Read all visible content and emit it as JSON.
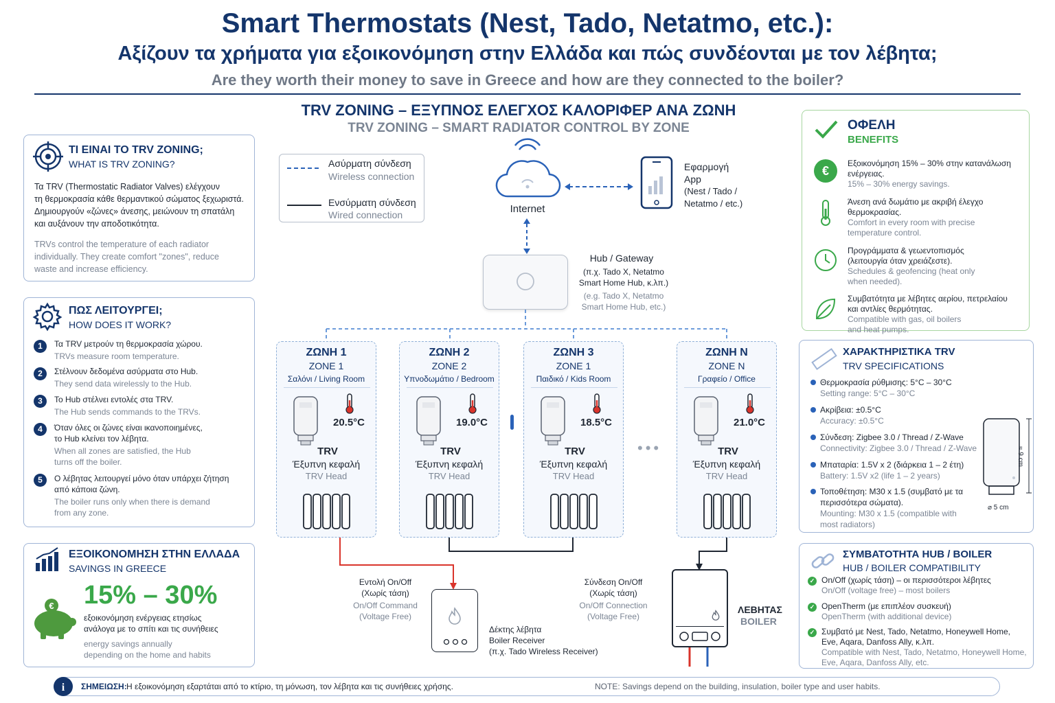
{
  "header": {
    "title": "Smart Thermostats (Nest, Tado, Netatmo, etc.):",
    "subtitle_gr": "Αξίζουν τα χρήματα για εξοικονόμηση στην Ελλάδα και πώς συνδέονται με τον λέβητα;",
    "subtitle_en": "Are they worth their money to save in Greece and how are they connected to the boiler?"
  },
  "diagram_title": {
    "gr": "TRV ZONING – ΕΞΥΠΝΟΣ ΕΛΕΓΧΟΣ ΚΑΛΟΡΙΦΕΡ ΑΝΑ ΖΩΝΗ",
    "en": "TRV ZONING – SMART RADIATOR CONTROL BY ZONE"
  },
  "what_is": {
    "title_gr": "ΤΙ ΕΙΝΑΙ ΤΟ TRV ZONING;",
    "title_en": "WHAT IS TRV ZONING?",
    "lines_gr": [
      "Τα TRV (Thermostatic Radiator Valves) ελέγχουν",
      "τη θερμοκρασία κάθε θερμαντικού σώματος ξεχωριστά.",
      "Δημιουργούν «ζώνες» άνεσης, μειώνουν τη σπατάλη",
      "και αυξάνουν την αποδοτικότητα."
    ],
    "lines_en": [
      "TRVs control the temperature of each radiator",
      "individually. They create comfort \"zones\", reduce",
      "waste and increase efficiency."
    ]
  },
  "how": {
    "title_gr": "ΠΩΣ ΛΕΙΤΟΥΡΓΕΙ;",
    "title_en": "HOW DOES IT WORK?",
    "steps": [
      {
        "n": "1",
        "gr": [
          "Τα TRV μετρούν τη θερμοκρασία χώρου."
        ],
        "en": [
          "TRVs measure room temperature."
        ]
      },
      {
        "n": "2",
        "gr": [
          "Στέλνουν δεδομένα ασύρματα στο Hub."
        ],
        "en": [
          "They send data wirelessly to the Hub."
        ]
      },
      {
        "n": "3",
        "gr": [
          "Το Hub στέλνει εντολές στα TRV."
        ],
        "en": [
          "The Hub sends commands to the TRVs."
        ]
      },
      {
        "n": "4",
        "gr": [
          "Όταν όλες οι ζώνες είναι ικανοποιημένες,",
          "το Hub κλείνει τον λέβητα."
        ],
        "en": [
          "When all zones are satisfied, the Hub",
          "turns off the boiler."
        ]
      },
      {
        "n": "5",
        "gr": [
          "Ο λέβητας λειτουργεί μόνο όταν υπάρχει ζήτηση",
          "από κάποια ζώνη."
        ],
        "en": [
          "The boiler runs only when there is demand",
          "from any zone."
        ]
      }
    ]
  },
  "savings": {
    "title_gr": "ΕΞΟΙΚΟΝΟΜΗΣΗ ΣΤΗΝ ΕΛΛΑΔΑ",
    "title_en": "SAVINGS IN GREECE",
    "value": "15% – 30%",
    "lines_gr": [
      "εξοικονόμηση ενέργειας ετησίως",
      "ανάλογα με το σπίτι και τις συνήθειες"
    ],
    "lines_en": [
      "energy savings annually",
      "depending on the home and habits"
    ],
    "icon": "piggy-bank-icon"
  },
  "legend": {
    "wireless_gr": "Ασύρματη σύνδεση",
    "wireless_en": "Wireless connection",
    "wired_gr": "Ενσύρματη σύνδεση",
    "wired_en": "Wired connection"
  },
  "internet": {
    "label": "Internet"
  },
  "app": {
    "lines": [
      "Εφαρμογή",
      "App",
      "(Nest / Tado /",
      "Netatmo / etc.)"
    ]
  },
  "hub": {
    "title": "Hub / Gateway",
    "lines_gr": [
      "(π.χ. Tado X, Netatmo",
      "Smart Home Hub, κ.λπ.)"
    ],
    "lines_en": [
      "(e.g. Tado X, Netatmo",
      "Smart Home Hub, etc.)"
    ]
  },
  "zones": [
    {
      "title": "ΖΩΝΗ 1",
      "sub": "ZONE 1",
      "room": "Σαλόνι / Living Room",
      "temp": "20.5°C",
      "trv": "TRV",
      "head_gr": "Έξυπνη κεφαλή",
      "head_en": "TRV Head"
    },
    {
      "title": "ΖΩΝΗ 2",
      "sub": "ZONE 2",
      "room": "Υπνοδωμάτιο / Bedroom",
      "temp": "19.0°C",
      "trv": "TRV",
      "head_gr": "Έξυπνη κεφαλή",
      "head_en": "TRV Head"
    },
    {
      "title": "ΖΩΝΗ 3",
      "sub": "ZONE 1",
      "room": "Παιδικό / Kids Room",
      "temp": "18.5°C",
      "trv": "TRV",
      "head_gr": "Έξυπνη κεφαλή",
      "head_en": "TRV Head"
    },
    {
      "title": "ΖΩΝΗ N",
      "sub": "ZONE N",
      "room": "Γραφείο / Office",
      "temp": "21.0°C",
      "trv": "TRV",
      "head_gr": "Έξυπνη κεφαλή",
      "head_en": "TRV Head"
    }
  ],
  "command": {
    "lines_gr": [
      "Εντολή On/Off",
      "(Χωρίς τάση)"
    ],
    "lines_en": [
      "On/Off Command",
      "(Voltage Free)"
    ]
  },
  "connection": {
    "lines_gr": [
      "Σύνδεση On/Off",
      "(Χωρίς τάση)"
    ],
    "lines_en": [
      "On/Off Connection",
      "(Voltage Free)"
    ]
  },
  "receiver": {
    "lines": [
      "Δέκτης λέβητα",
      "Boiler Receiver",
      "(π.χ. Tado Wireless Receiver)"
    ]
  },
  "boiler": {
    "gr": "ΛΕΒΗΤΑΣ",
    "en": "BOILER"
  },
  "benefits": {
    "title_gr": "ΟΦΕΛΗ",
    "title_en": "BENEFITS",
    "items": [
      {
        "icon": "euro-icon",
        "gr": [
          "Εξοικονόμηση 15% – 30% στην κατανάλωση",
          "ενέργειας."
        ],
        "en": [
          "15% – 30% energy savings."
        ]
      },
      {
        "icon": "thermometer-icon",
        "gr": [
          "Άνεση ανά δωμάτιο με ακριβή έλεγχο",
          "θερμοκρασίας."
        ],
        "en": [
          "Comfort in every room with precise",
          "temperature control."
        ]
      },
      {
        "icon": "clock-icon",
        "gr": [
          "Προγράμματα & γεωεντοπισμός",
          "(λειτουργία όταν χρειάζεστε)."
        ],
        "en": [
          "Schedules & geofencing (heat only",
          "when needed)."
        ]
      },
      {
        "icon": "leaf-icon",
        "gr": [
          "Συμβατότητα με λέβητες αερίου, πετρελαίου",
          "και αντλίες θερμότητας."
        ],
        "en": [
          "Compatible with gas, oil boilers",
          "and heat pumps."
        ]
      }
    ]
  },
  "specs": {
    "title_gr": "ΧΑΡΑΚΤΗΡΙΣΤΙΚΑ TRV",
    "title_en": "TRV SPECIFICATIONS",
    "items": [
      {
        "gr": [
          "Θερμοκρασία ρύθμισης: 5°C – 30°C"
        ],
        "en": [
          "Setting range: 5°C – 30°C"
        ]
      },
      {
        "gr": [
          "Ακρίβεια: ±0.5°C"
        ],
        "en": [
          "Accuracy: ±0.5°C"
        ]
      },
      {
        "gr": [
          "Σύνδεση: Zigbee 3.0 / Thread / Z-Wave"
        ],
        "en": [
          "Connectivity: Zigbee 3.0 / Thread / Z-Wave"
        ]
      },
      {
        "gr": [
          "Μπαταρία: 1.5V x 2 (διάρκεια 1 – 2 έτη)"
        ],
        "en": [
          "Battery: 1.5V x2 (life 1 – 2 years)"
        ]
      },
      {
        "gr": [
          "Τοποθέτηση: M30 x 1.5 (συμβατό με τα",
          "περισσότερα σώματα)."
        ],
        "en": [
          "Mounting: M30 x 1.5 (compatible with",
          "most radiators)"
        ]
      }
    ],
    "dim_h": "≈ 9 cm",
    "dim_w": "⌀ 5 cm"
  },
  "compat": {
    "title_gr": "ΣΥΜΒΑΤΟΤΗΤΑ HUB / BOILER",
    "title_en": "HUB / BOILER COMPATIBILITY",
    "items": [
      {
        "gr": [
          "On/Off (χωρίς τάση) – οι περισσότεροι λέβητες"
        ],
        "en": [
          "On/Off (voltage free) – most boilers"
        ]
      },
      {
        "gr": [
          "OpenTherm (με επιπλέον συσκευή)"
        ],
        "en": [
          "OpenTherm (with additional device)"
        ]
      },
      {
        "gr": [
          "Συμβατό με Nest, Tado, Netatmo, Honeywell Home,",
          "Eve, Aqara, Danfoss Ally, κ.λπ."
        ],
        "en": [
          "Compatible with Nest, Tado, Netatmo, Honeywell Home,",
          "Eve, Aqara, Danfoss Ally, etc."
        ]
      }
    ]
  },
  "note": {
    "label": "ΣΗΜΕΙΩΣΗ:",
    "gr": "Η εξοικονόμηση εξαρτάται από το κτίριο, τη μόνωση, τον λέβητα και τις συνήθειες χρήσης.",
    "en": "NOTE: Savings depend on the building, insulation, boiler type and user habits."
  },
  "colors": {
    "navy": "#14356b",
    "green": "#3aa84a",
    "blue": "#2a62b8",
    "red": "#d9342b"
  }
}
